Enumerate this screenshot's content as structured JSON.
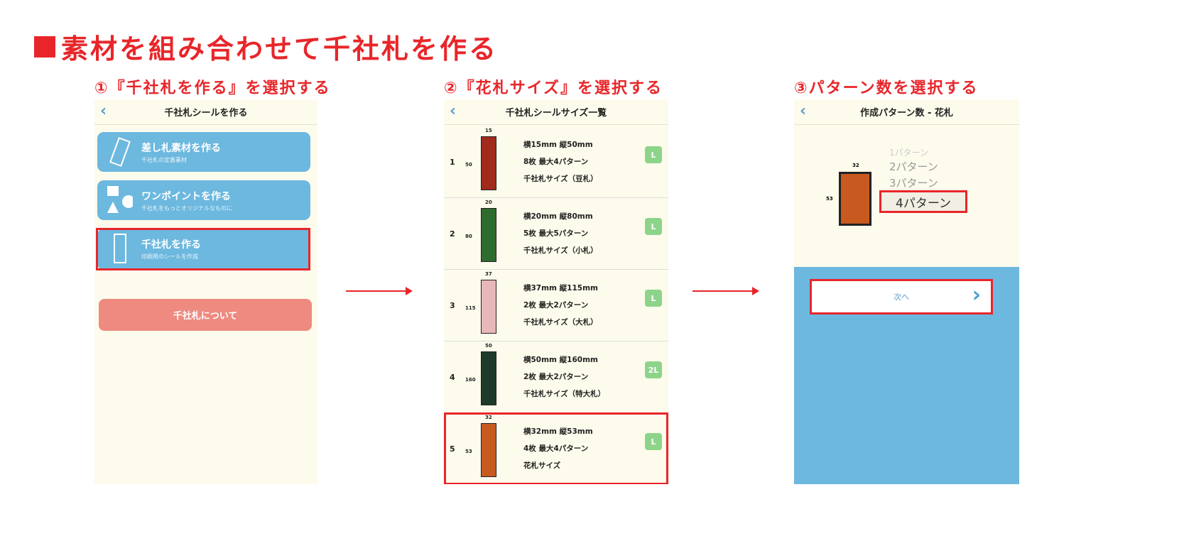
{
  "page_title": "素材を組み合わせて千社札を作る",
  "steps": [
    "①『千社札を作る』を選択する",
    "②『花札サイズ』を選択する",
    "③パターン数を選択する"
  ],
  "screen1": {
    "header": "千社札シールを作る",
    "buttons": [
      {
        "title": "差し札素材を作る",
        "sub": "千社札の定番素材"
      },
      {
        "title": "ワンポイントを作る",
        "sub": "千社札をもっとオリジナルなものに"
      },
      {
        "title": "千社札を作る",
        "sub": "印刷用のシールを作成"
      }
    ],
    "about": "千社札について"
  },
  "screen2": {
    "header": "千社札シールサイズ一覧",
    "rows": [
      {
        "num": "1",
        "w": "15",
        "h": "50",
        "dim": "横15mm 縦50mm",
        "count": "8枚 最大4パターン",
        "name": "千社札サイズ（豆札）",
        "badge": "L",
        "color": "#a02a1c"
      },
      {
        "num": "2",
        "w": "20",
        "h": "80",
        "dim": "横20mm 縦80mm",
        "count": "5枚 最大5パターン",
        "name": "千社札サイズ（小札）",
        "badge": "L",
        "color": "#2e6b2e"
      },
      {
        "num": "3",
        "w": "37",
        "h": "115",
        "dim": "横37mm 縦115mm",
        "count": "2枚 最大2パターン",
        "name": "千社札サイズ（大札）",
        "badge": "L",
        "color": "#e8b8b8"
      },
      {
        "num": "4",
        "w": "50",
        "h": "160",
        "dim": "横50mm 縦160mm",
        "count": "2枚 最大2パターン",
        "name": "千社札サイズ（特大札）",
        "badge": "2L",
        "color": "#1e3a2a"
      },
      {
        "num": "5",
        "w": "32",
        "h": "53",
        "dim": "横32mm 縦53mm",
        "count": "4枚 最大4パターン",
        "name": "花札サイズ",
        "badge": "L",
        "color": "#c85a20"
      }
    ]
  },
  "screen3": {
    "header": "作成パターン数 - 花札",
    "card_w": "32",
    "card_h": "53",
    "options": [
      "1パターン",
      "2パターン",
      "3パターン",
      "4パターン"
    ],
    "next": "次へ"
  }
}
